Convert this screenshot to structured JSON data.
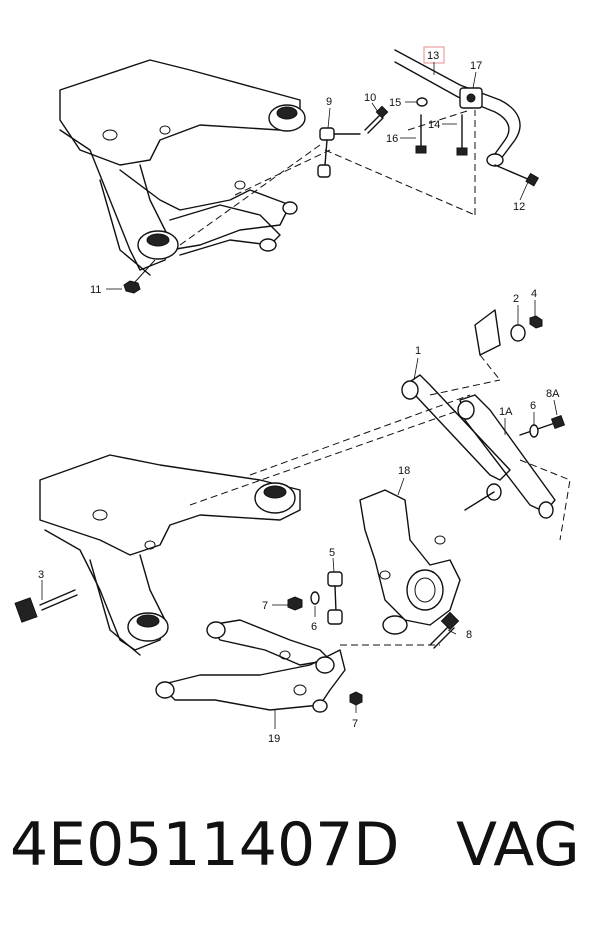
{
  "callouts": {
    "c13": "13",
    "c17": "17",
    "c9": "9",
    "c10": "10",
    "c15": "15",
    "c16": "16",
    "c14": "14",
    "c12": "12",
    "c11": "11",
    "c2": "2",
    "c4": "4",
    "c1": "1",
    "c8A": "8A",
    "c6a": "6",
    "c1A": "1A",
    "c18": "18",
    "c3": "3",
    "c5": "5",
    "c7a": "7",
    "c6b": "6",
    "c8": "8",
    "c7b": "7",
    "c19": "19"
  },
  "footer": {
    "part_number": "4E0511407D",
    "brand": "VAG"
  },
  "colors": {
    "highlight_box": "#e8a0a0",
    "ink": "#111111"
  }
}
